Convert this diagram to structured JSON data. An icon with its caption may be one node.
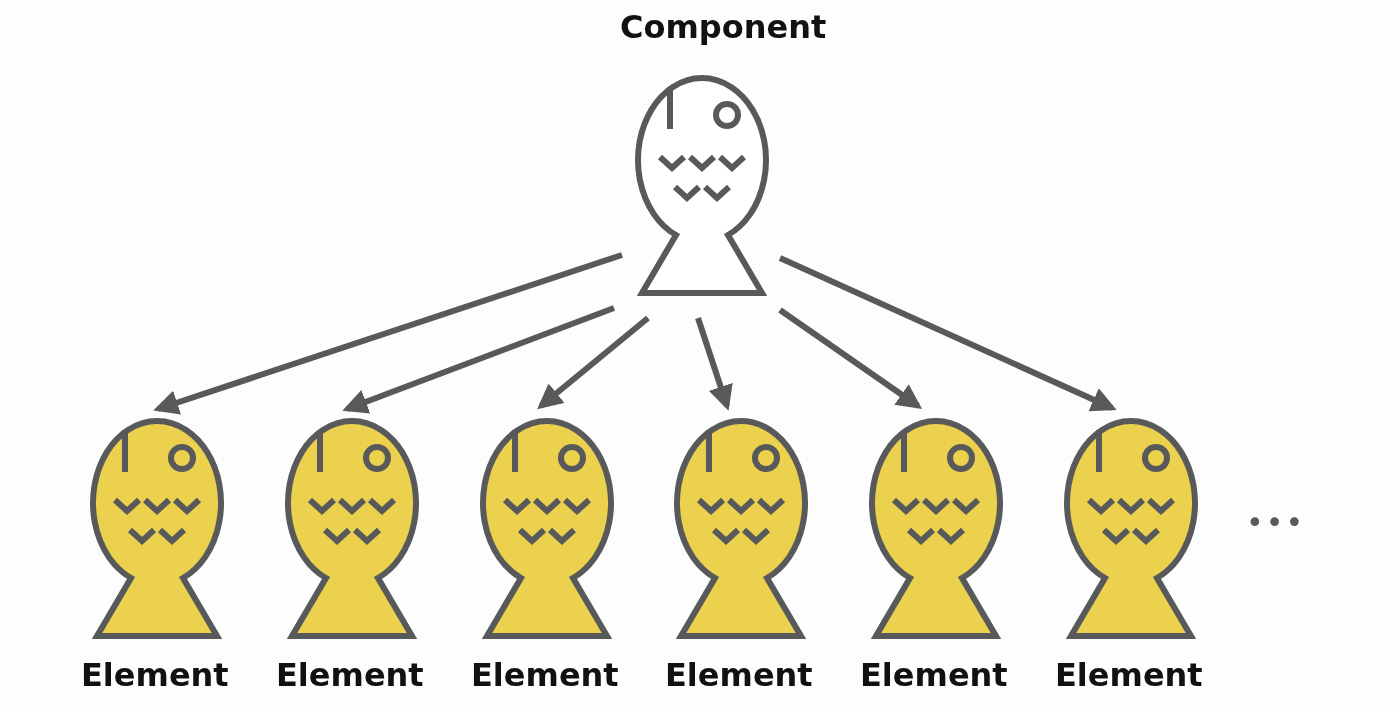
{
  "diagram": {
    "nodes": [
      {
        "text": [
          "Component"
        ]
      },
      {
        "text": [
          "Element"
        ]
      },
      {
        "text": [
          "Element"
        ]
      },
      {
        "text": [
          "Element"
        ]
      },
      {
        "text": [
          "Element"
        ]
      },
      {
        "text": [
          "Element"
        ]
      },
      {
        "text": [
          "Element"
        ]
      }
    ],
    "edges": [
      {
        "from": 0,
        "to": 1,
        "arrow": "to"
      },
      {
        "from": 0,
        "to": 2,
        "arrow": "to"
      },
      {
        "from": 0,
        "to": 3,
        "arrow": "to"
      },
      {
        "from": 0,
        "to": 4,
        "arrow": "to"
      },
      {
        "from": 0,
        "to": 5,
        "arrow": "to"
      },
      {
        "from": 0,
        "to": 6,
        "arrow": "to"
      }
    ],
    "labels": [
      "•••"
    ]
  }
}
